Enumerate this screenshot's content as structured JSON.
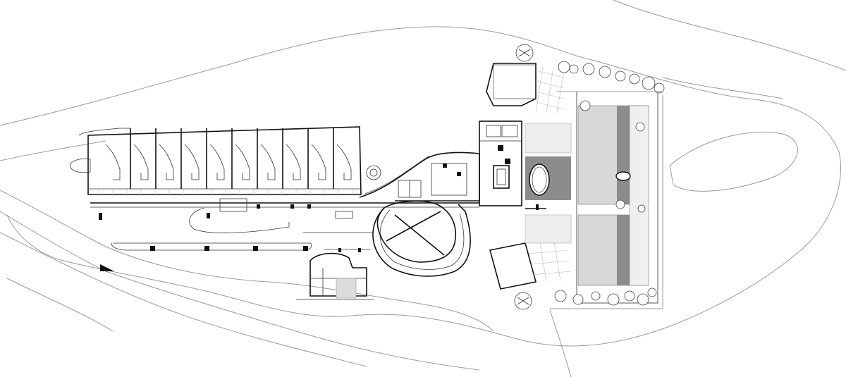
{
  "image": {
    "description_free": true
  },
  "elements": {
    "terrain": "contour-lines",
    "guest_wing_units": 10,
    "central_hub": "curved-entrance",
    "round_court": "quartered-disc",
    "east_block": "pavilions-and-gardens"
  }
}
